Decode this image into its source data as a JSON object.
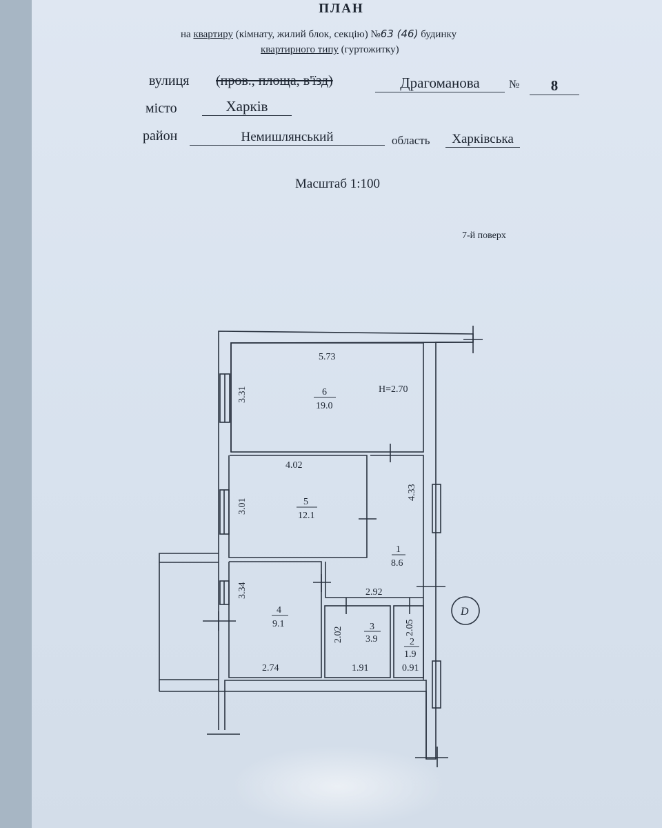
{
  "header": {
    "title": "ПЛАН",
    "line1_prefix": "на",
    "line1_underlined": "квартиру",
    "line1_rest": "(кімнату, жилий блок, секцію) №",
    "line1_number": "63 (46)",
    "line1_suffix": "будинку",
    "line2_underlined": "квартирного типу",
    "line2_rest": "(гуртожитку)"
  },
  "address": {
    "street_label": "вулиця",
    "street_types": "(пров., площа, в'їзд)",
    "street_value": "Драгоманова",
    "number_label": "№",
    "number_value": "8",
    "city_label": "місто",
    "city_value": "Харків",
    "district_label": "район",
    "district_value": "Немишлянський",
    "region_label": "область",
    "region_value": "Харківська"
  },
  "scale": "Масштаб 1:100",
  "floor": "7-й поверх",
  "plan": {
    "height_note": "H=2.70",
    "rooms": [
      {
        "number": "6",
        "area": "19.0",
        "width": "5.73",
        "length": "3.31"
      },
      {
        "number": "5",
        "area": "12.1",
        "width": "4.02",
        "length": "3.01"
      },
      {
        "number": "1",
        "area": "8.6",
        "width": "2.92",
        "length": "4.33"
      },
      {
        "number": "4",
        "area": "9.1",
        "width": "2.74",
        "length": "3.34"
      },
      {
        "number": "3",
        "area": "3.9",
        "width": "1.91",
        "length": "2.02"
      },
      {
        "number": "2",
        "area": "1.9",
        "width": "0.91",
        "length": "2.05"
      }
    ],
    "axis_mark": "D"
  }
}
